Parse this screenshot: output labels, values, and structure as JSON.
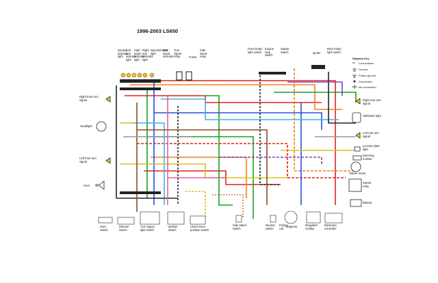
{
  "title": "1996-2003 LS650",
  "key": {
    "heading": "Diagram Key",
    "items": [
      "Connections",
      "Ground",
      "Frame ground",
      "Connection",
      "No connection"
    ]
  },
  "top_components": [
    "Neutral indicator light",
    "Left turn indicator light",
    "High beam indicator light",
    "Right turn indicator light",
    "Speedometer light",
    "Side stand indicator",
    "Turn signal relay",
    "Fuses",
    "Side stand relay"
  ],
  "right_top_components": [
    "Front brake light switch",
    "Engine stop switch",
    "Starter switch",
    "Igniter",
    "Rear brake light switch"
  ],
  "left_components": [
    "Right front turn signal",
    "Headlight",
    "Left front turn signal",
    "Horn"
  ],
  "right_components": [
    "Right rear turn signal",
    "Tail/brake light",
    "Left rear turn signal",
    "License plate light",
    "Dimming resistor",
    "Starter motor",
    "Starter relay",
    "Battery"
  ],
  "bottom_switches": [
    "Horn switch",
    "Dimmer switch",
    "Turn signal light switch",
    "Ignition switch",
    "Clutch lever position switch"
  ],
  "bottom_components": [
    "Side stand switch",
    "Neutral switch",
    "Pickup coil",
    "Magneto",
    "Regulator rectifier",
    "Electronic controller"
  ]
}
